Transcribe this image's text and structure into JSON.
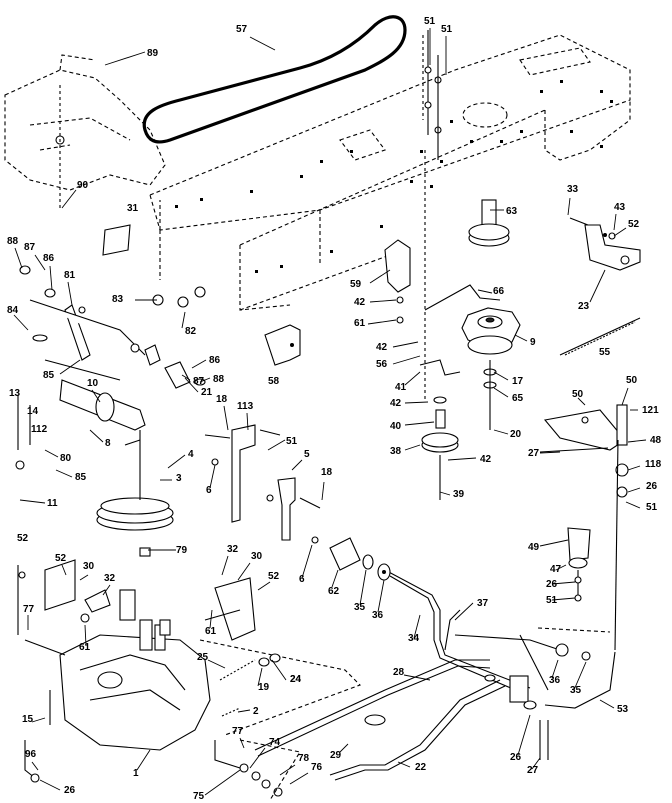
{
  "labels": [
    "57",
    "51",
    "51",
    "89",
    "90",
    "31",
    "63",
    "33",
    "43",
    "52",
    "23",
    "88",
    "87",
    "86",
    "81",
    "83",
    "82",
    "59",
    "42",
    "61",
    "66",
    "84",
    "85",
    "86",
    "87",
    "88",
    "58",
    "42",
    "56",
    "41",
    "9",
    "55",
    "17",
    "65",
    "42",
    "40",
    "20",
    "38",
    "42",
    "50",
    "50",
    "121",
    "48",
    "27",
    "118",
    "26",
    "51",
    "13",
    "14",
    "112",
    "10",
    "8",
    "80",
    "85",
    "11",
    "21",
    "4",
    "3",
    "18",
    "113",
    "51",
    "5",
    "18",
    "6",
    "6",
    "39",
    "62",
    "35",
    "36",
    "37",
    "49",
    "47",
    "26",
    "51",
    "52",
    "52",
    "30",
    "32",
    "79",
    "32",
    "30",
    "52",
    "61",
    "24",
    "77",
    "61",
    "34",
    "25",
    "19",
    "24",
    "28",
    "36",
    "35",
    "53",
    "2",
    "15",
    "77",
    "74",
    "29",
    "26",
    "27",
    "22",
    "78",
    "76",
    "75",
    "96",
    "26",
    "1"
  ],
  "figure": {
    "dash_color": "#000000",
    "stroke_color": "#000000",
    "background": "#ffffff"
  }
}
